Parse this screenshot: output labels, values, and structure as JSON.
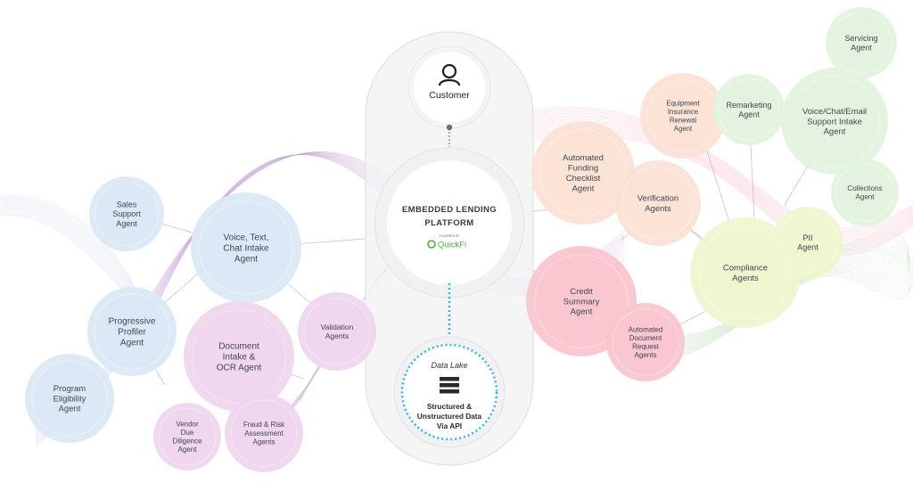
{
  "platform": {
    "title_lines": [
      "EMBEDDED LENDING",
      "PLATFORM"
    ],
    "powered_by": "POWERED BY",
    "brand": "QuickFi",
    "brand_color": "#4caf3b"
  },
  "customer": {
    "label": "Customer",
    "icon": "user-icon"
  },
  "data_lake": {
    "title": "Data Lake",
    "icon": "database-icon",
    "lines": [
      "Structured &",
      "Unstructured Data",
      "Via API"
    ]
  },
  "colors": {
    "blue": "#dce8f6",
    "purple": "#efd6ee",
    "pink": "#f9c6d0",
    "orange": "#fbe2d6",
    "green": "#e3f3df",
    "lime": "#eef6cf",
    "dotted_connector": "#3bb7d8"
  },
  "agents": [
    {
      "id": "sales-support",
      "lines": [
        "Sales",
        "Support",
        "Agent"
      ],
      "color": "blue"
    },
    {
      "id": "voice-text-chat-intake",
      "lines": [
        "Voice, Text,",
        "Chat Intake",
        "Agent"
      ],
      "color": "blue"
    },
    {
      "id": "progressive-profiler",
      "lines": [
        "Progressive",
        "Profiler",
        "Agent"
      ],
      "color": "blue"
    },
    {
      "id": "program-eligibility",
      "lines": [
        "Program",
        "Eligibility",
        "Agent"
      ],
      "color": "blue"
    },
    {
      "id": "document-intake-ocr",
      "lines": [
        "Document",
        "Intake &",
        "OCR Agent"
      ],
      "color": "purple"
    },
    {
      "id": "validation",
      "lines": [
        "Validation",
        "Agents"
      ],
      "color": "purple"
    },
    {
      "id": "vendor-due-diligence",
      "lines": [
        "Vendor",
        "Due",
        "Diligence",
        "Agent"
      ],
      "color": "purple"
    },
    {
      "id": "fraud-risk-assessment",
      "lines": [
        "Fraud & Risk",
        "Assessment",
        "Agents"
      ],
      "color": "purple"
    },
    {
      "id": "automated-funding-checklist",
      "lines": [
        "Automated",
        "Funding",
        "Checklist",
        "Agent"
      ],
      "color": "orange"
    },
    {
      "id": "verification",
      "lines": [
        "Verification",
        "Agents"
      ],
      "color": "orange"
    },
    {
      "id": "equipment-insurance-renewal",
      "lines": [
        "Equipment",
        "Insurance",
        "Renewal",
        "Agent"
      ],
      "color": "orange"
    },
    {
      "id": "credit-summary",
      "lines": [
        "Credit",
        "Summary",
        "Agent"
      ],
      "color": "pink"
    },
    {
      "id": "automated-document-request",
      "lines": [
        "Automated",
        "Document",
        "Request",
        "Agents"
      ],
      "color": "pink"
    },
    {
      "id": "remarketing",
      "lines": [
        "Remarketing",
        "Agent"
      ],
      "color": "green"
    },
    {
      "id": "voice-chat-email-support-intake",
      "lines": [
        "Voice/Chat/Email",
        "Support Intake",
        "Agent"
      ],
      "color": "green"
    },
    {
      "id": "servicing",
      "lines": [
        "Servicing",
        "Agent"
      ],
      "color": "green"
    },
    {
      "id": "collections",
      "lines": [
        "Collections",
        "Agent"
      ],
      "color": "green"
    },
    {
      "id": "pii",
      "lines": [
        "PII",
        "Agent"
      ],
      "color": "lime"
    },
    {
      "id": "compliance",
      "lines": [
        "Compliance",
        "Agents"
      ],
      "color": "lime"
    }
  ]
}
